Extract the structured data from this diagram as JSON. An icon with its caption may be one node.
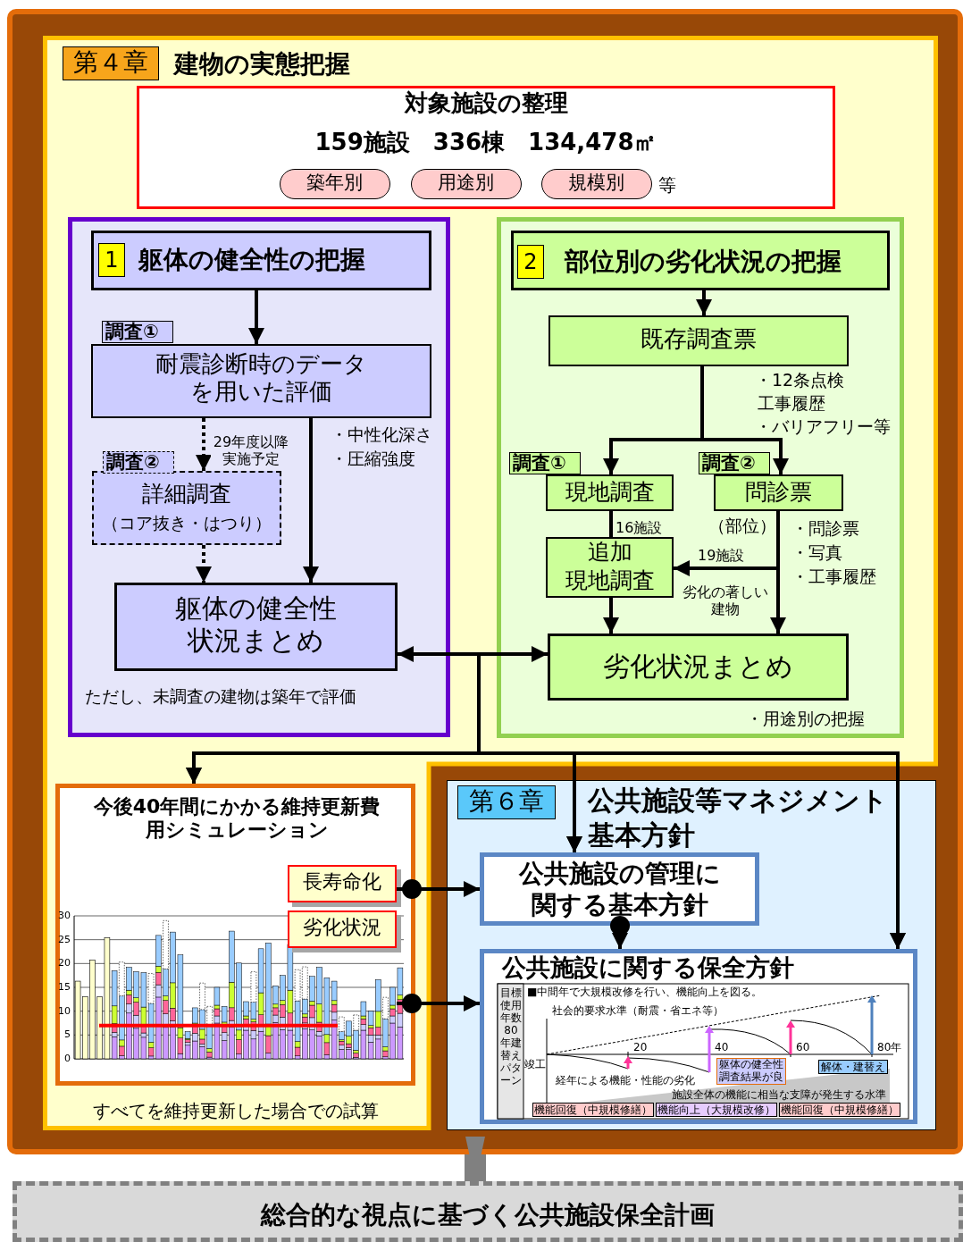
{
  "diagram": {
    "nodes": [
      {
        "text": [],
        "shape": "box"
      },
      {
        "text": [
          "第４章",
          "建物の実態把握"
        ],
        "in": 0
      },
      {
        "text": [
          "対象施設の整理",
          "159施設　336棟　134,478㎡"
        ],
        "in": 1
      },
      {
        "text": [
          "築年別"
        ],
        "in": 2
      },
      {
        "text": [
          "用途別"
        ],
        "in": 2
      },
      {
        "text": [
          "規模別"
        ],
        "in": 2,
        "beside": [
          "等"
        ]
      },
      {
        "text": [
          "ただし、未調査の建物は築年で評価"
        ],
        "in": 1
      },
      {
        "text": [
          "1",
          "躯体の健全性の把握"
        ],
        "in": 6
      },
      {
        "text": [
          "調査①",
          "耐震診断時のデータを用いた評価"
        ],
        "in": 6
      },
      {
        "text": [
          "調査②",
          "詳細調査",
          "（コア抜き・はつり）"
        ],
        "in": 6
      },
      {
        "text": [
          "躯体の健全性状況まとめ"
        ],
        "in": 6
      },
      {
        "text": [
          "・用途別の把握"
        ],
        "in": 1
      },
      {
        "text": [
          "2",
          "部位別の劣化状況の把握"
        ],
        "in": 11
      },
      {
        "text": [
          "既存調査票"
        ],
        "in": 11
      },
      {
        "text": [
          "調査①",
          "現地調査"
        ],
        "in": 11
      },
      {
        "text": [
          "調査②",
          "問診票"
        ],
        "in": 11
      },
      {
        "text": [
          "追加",
          "現地調査"
        ],
        "in": 11
      },
      {
        "text": [
          "劣化状況まとめ"
        ],
        "in": 11
      },
      {
        "text": [
          "今後40年間にかかる維持更新費用シミュレーション"
        ],
        "in": 1,
        "beside": [
          "すべてを維持更新した場合での試算"
        ]
      },
      {
        "text": [
          "長寿命化"
        ],
        "in": 18
      },
      {
        "text": [
          "劣化状況"
        ],
        "in": 18
      },
      {
        "text": [
          "第６章",
          "公共施設等マネジメント基本方針"
        ],
        "in": 0
      },
      {
        "text": [
          "公共施設の管理に関する基本方針"
        ],
        "in": 21
      },
      {
        "text": [
          "公共施設に関する保全方針"
        ],
        "in": 21
      },
      {
        "text": [
          "総合的な視点に基づく公共施設保全計画"
        ]
      }
    ],
    "edges": [
      {
        "from": 7,
        "to": 8,
        "arrow": "to"
      },
      {
        "from": 8,
        "to": 9,
        "arrow": "to",
        "style": "dashed",
        "label": "29年度以降実施予定"
      },
      {
        "from": 9,
        "to": 10,
        "arrow": "to",
        "style": "dashed"
      },
      {
        "from": 8,
        "to": 10,
        "arrow": "to"
      },
      {
        "from": 12,
        "to": 13,
        "arrow": "to"
      },
      {
        "from": 13,
        "to": 14,
        "arrow": "to"
      },
      {
        "from": 13,
        "to": 15,
        "arrow": "to"
      },
      {
        "from": 14,
        "to": 16,
        "arrow": "none",
        "label": "16施設"
      },
      {
        "from": 15,
        "to": 16,
        "arrow": "to",
        "label": "19施設"
      },
      {
        "from": 16,
        "to": 17,
        "arrow": "to"
      },
      {
        "from": 15,
        "to": 17,
        "arrow": "to"
      },
      {
        "from": 10,
        "to": 17,
        "arrow": "both"
      },
      {
        "from": 10,
        "to": 18,
        "arrow": "to"
      },
      {
        "from": 17,
        "to": 18,
        "arrow": "to"
      },
      {
        "from": 10,
        "to": 22,
        "arrow": "to"
      },
      {
        "from": 17,
        "to": 22,
        "arrow": "to"
      },
      {
        "from": 10,
        "to": 23,
        "arrow": "to"
      },
      {
        "from": 17,
        "to": 23,
        "arrow": "to"
      },
      {
        "from": 19,
        "to": 22,
        "arrow": "to"
      },
      {
        "from": 20,
        "to": 23,
        "arrow": "to"
      },
      {
        "from": 22,
        "to": 23,
        "arrow": "to"
      },
      {
        "from": 0,
        "to": 24,
        "arrow": "to",
        "style": "thick",
        "color": "#808080"
      }
    ],
    "labels": [
      "・中性化深さ",
      "・圧縮強度",
      "・12条点検",
      "工事履歴",
      "・バリアフリー等",
      "（部位）",
      "・問診票",
      "・写真",
      "・工事履歴",
      "劣化の著しい建物",
      "0",
      "5",
      "10",
      "15",
      "20",
      "25",
      "30",
      "目標使用年数80年建替えパターン",
      "■中間年で大規模改修を行い、機能向上を図る。",
      "社会的要求水準（耐震・省エネ等）",
      "竣工",
      "20",
      "40",
      "60",
      "80年",
      "躯体の健全性調査結果が良",
      "経年による機能・性能の劣化",
      "施設全体の機能に相当な支障が発生する水準",
      "解体・建替え",
      "機能回復（中規模修繕）",
      "機能向上（大規模改修）",
      "機能回復（中規模修繕）"
    ]
  }
}
